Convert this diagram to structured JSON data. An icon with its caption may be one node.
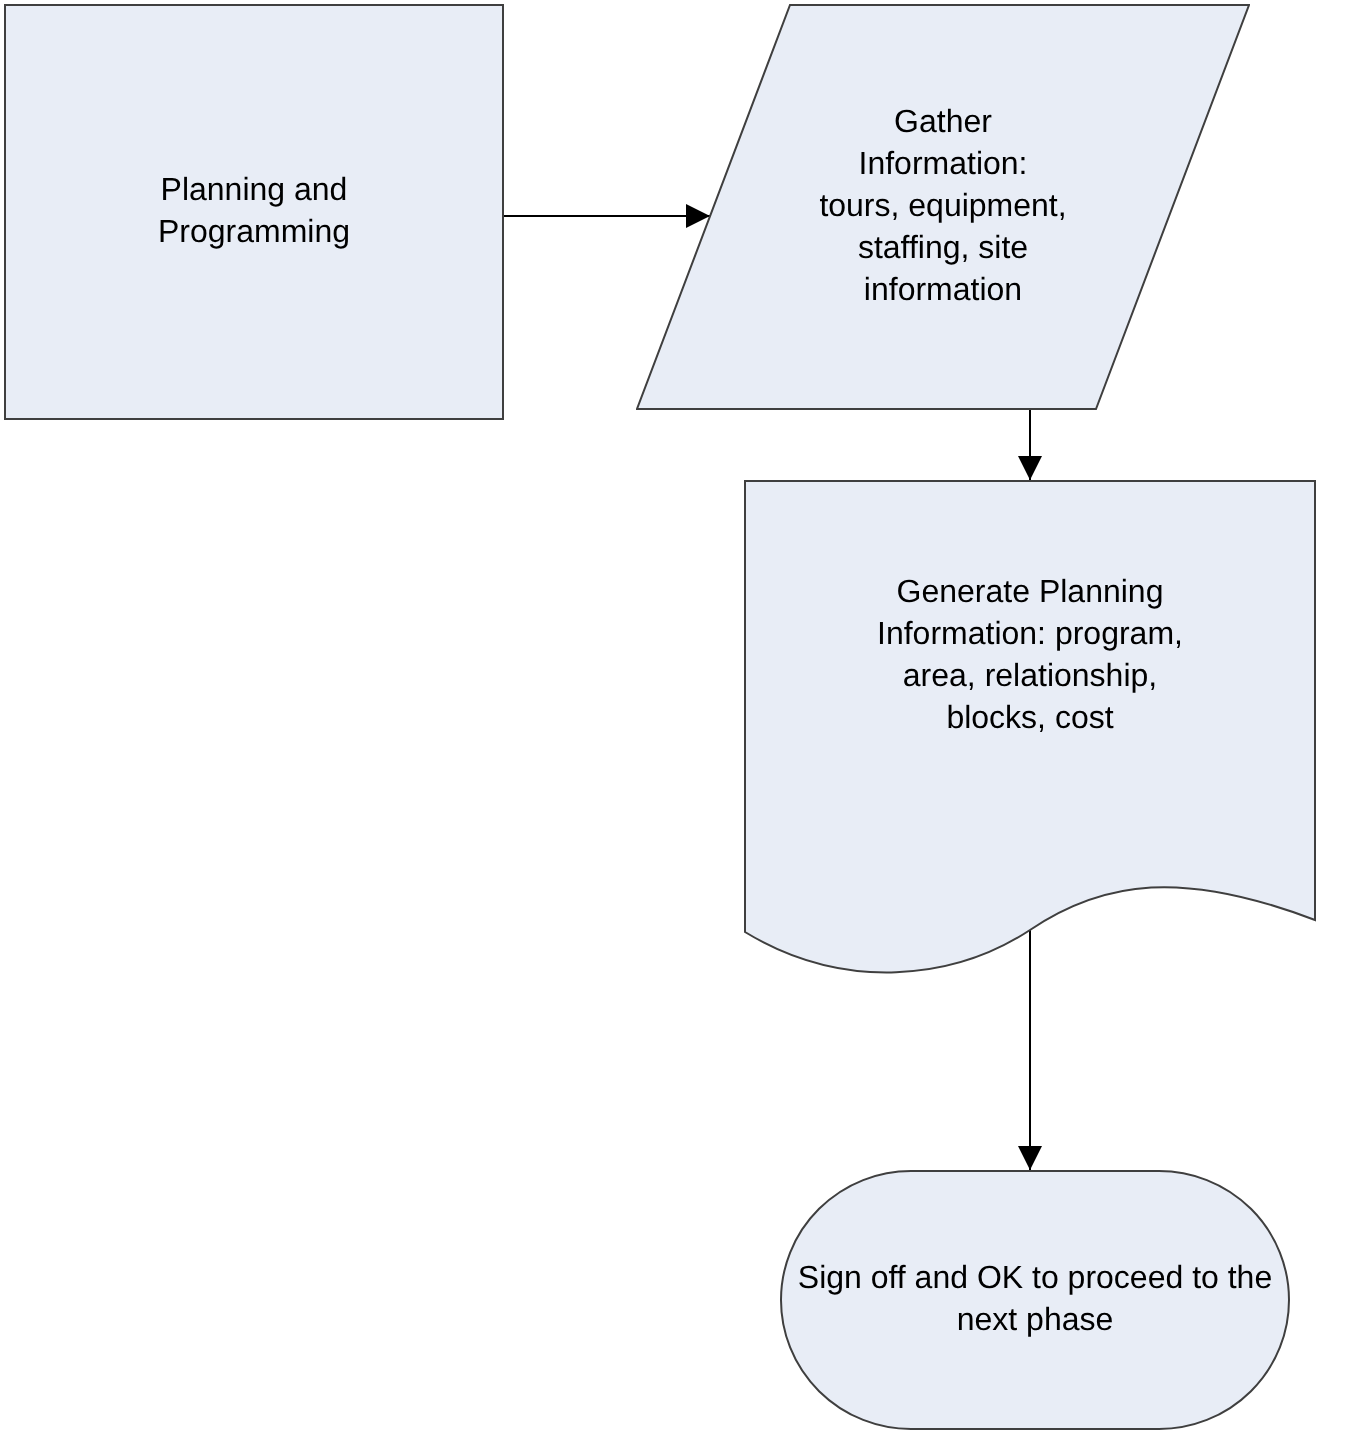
{
  "diagram": {
    "nodes": [
      {
        "text": [
          "Planning and Programming"
        ]
      },
      {
        "text": [
          "Gather Information: tours, equipment, staffing, site information"
        ]
      },
      {
        "text": [
          "Generate Planning Information: program, area, relationship, blocks, cost"
        ]
      },
      {
        "text": [
          "Sign off and OK to proceed to the next phase"
        ]
      }
    ],
    "edges": [
      {
        "from": 0,
        "to": 1,
        "arrow": "to"
      },
      {
        "from": 1,
        "to": 2,
        "arrow": "to"
      },
      {
        "from": 2,
        "to": 3,
        "arrow": "to"
      }
    ]
  }
}
